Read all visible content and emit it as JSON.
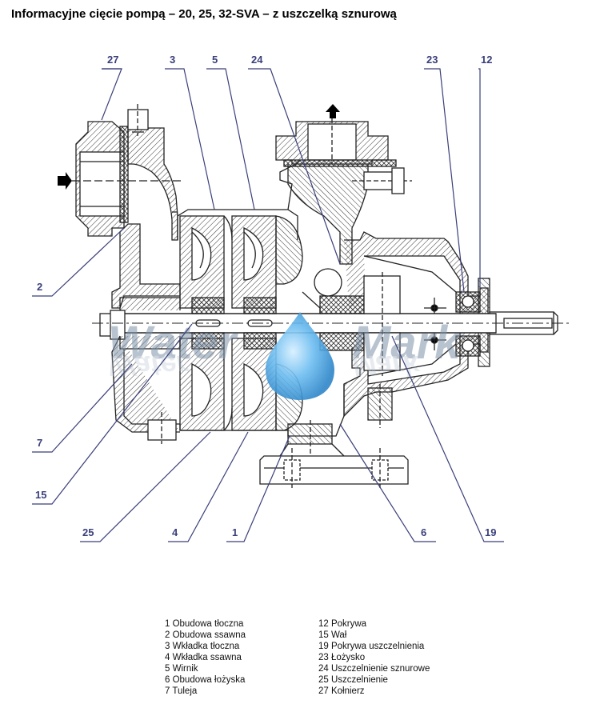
{
  "title": "Informacyjne cięcie pompą – 20, 25, 32-SVA – z uszczelką sznurową",
  "watermark": "Water Mark",
  "colors": {
    "callout": "#3a3f7a",
    "line": "#222222",
    "watermark": "#8aa0b8",
    "drop": "#5aaee6"
  },
  "callouts": [
    {
      "id": "27",
      "label": "27"
    },
    {
      "id": "3",
      "label": "3"
    },
    {
      "id": "5",
      "label": "5"
    },
    {
      "id": "24",
      "label": "24"
    },
    {
      "id": "23",
      "label": "23"
    },
    {
      "id": "12",
      "label": "12"
    },
    {
      "id": "2",
      "label": "2"
    },
    {
      "id": "7",
      "label": "7"
    },
    {
      "id": "15",
      "label": "15"
    },
    {
      "id": "25",
      "label": "25"
    },
    {
      "id": "4",
      "label": "4"
    },
    {
      "id": "1",
      "label": "1"
    },
    {
      "id": "6",
      "label": "6"
    },
    {
      "id": "19",
      "label": "19"
    }
  ],
  "legend_left": [
    "1 Obudowa tłoczna",
    "2 Obudowa ssawna",
    "3 Wkładka tłoczna",
    "4 Wkładka ssawna",
    "5 Wirnik",
    "6 Obudowa łożyska",
    "7 Tuleja"
  ],
  "legend_right": [
    "12 Pokrywa",
    "15 Wał",
    "19 Pokrywa uszczelnienia",
    "23 Łożysko",
    "24 Uszczelnienie sznurowe",
    "25 Uszczelnienie",
    "27 Kołnierz"
  ]
}
